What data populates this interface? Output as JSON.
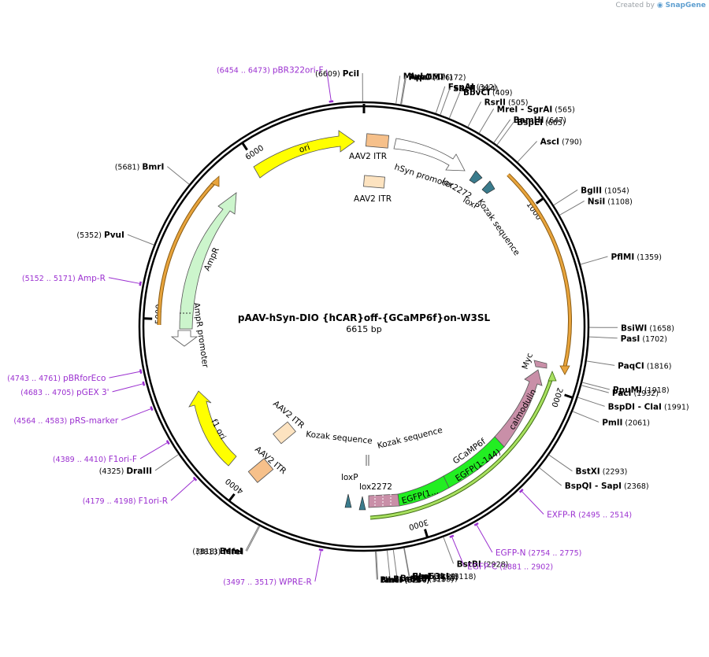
{
  "header": {
    "credit_prefix": "Created by",
    "credit_brand": "SnapGene"
  },
  "map": {
    "name": "pAAV-hSyn-DIO {hCAR}off-{GCaMP6f}on-W3SL",
    "length_label": "6615 bp",
    "length": 6615,
    "tick_labels": [
      "1000",
      "2000",
      "3000",
      "4000",
      "5000",
      "6000"
    ]
  },
  "enzymes": [
    {
      "name": "PciI",
      "pos": "(6609)",
      "site": 6609
    },
    {
      "name": "MluI",
      "pos": "(150)",
      "site": 150
    },
    {
      "name": "PspOMI",
      "pos": "(172)",
      "site": 172
    },
    {
      "name": "ApaI",
      "pos": "(176)",
      "site": 176
    },
    {
      "name": "FspAI",
      "pos": "(342)",
      "site": 342
    },
    {
      "name": "SacII",
      "pos": "(364)",
      "site": 364
    },
    {
      "name": "BbvCI",
      "pos": "(409)",
      "site": 409
    },
    {
      "name": "RsrII",
      "pos": "(505)",
      "site": 505
    },
    {
      "name": "MreI  -  SgrAI",
      "pos": "(565)",
      "site": 565
    },
    {
      "name": "BamHI",
      "pos": "(647)",
      "site": 647
    },
    {
      "name": "BspEI",
      "pos": "(665)",
      "site": 665
    },
    {
      "name": "AscI",
      "pos": "(790)",
      "site": 790
    },
    {
      "name": "BglII",
      "pos": "(1054)",
      "site": 1054
    },
    {
      "name": "NsiI",
      "pos": "(1108)",
      "site": 1108
    },
    {
      "name": "PflMI",
      "pos": "(1359)",
      "site": 1359
    },
    {
      "name": "BsiWI",
      "pos": "(1658)",
      "site": 1658
    },
    {
      "name": "PasI",
      "pos": "(1702)",
      "site": 1702
    },
    {
      "name": "PaqCI",
      "pos": "(1816)",
      "site": 1816
    },
    {
      "name": "PpuMI",
      "pos": "(1918)",
      "site": 1918
    },
    {
      "name": "PacI",
      "pos": "(1932)",
      "site": 1932
    },
    {
      "name": "BspDI  -  ClaI",
      "pos": "(1991)",
      "site": 1991
    },
    {
      "name": "PmlI",
      "pos": "(2061)",
      "site": 2061
    },
    {
      "name": "BstXI",
      "pos": "(2293)",
      "site": 2293
    },
    {
      "name": "BspQI  -  SapI",
      "pos": "(2368)",
      "site": 2368
    },
    {
      "name": "BstBI",
      "pos": "(2928)",
      "site": 2928
    },
    {
      "name": "Eco53kI",
      "pos": "(3118)",
      "site": 3118
    },
    {
      "name": "BlpI",
      "pos": "(3119)",
      "site": 3119
    },
    {
      "name": "SacI",
      "pos": "(3120)",
      "site": 3120
    },
    {
      "name": "BmgBI",
      "pos": "(3170)",
      "site": 3170
    },
    {
      "name": "BsaBI *",
      "pos": "(3199)",
      "site": 3199
    },
    {
      "name": "NheI",
      "pos": "(3250)",
      "site": 3250
    },
    {
      "name": "BmtI",
      "pos": "(3254)",
      "site": 3254
    },
    {
      "name": "MfeI",
      "pos": "(3813)",
      "site": 3813
    },
    {
      "name": "BsmI",
      "pos": "(3818)",
      "site": 3818
    },
    {
      "name": "DraIII",
      "pos": "(4325)",
      "site": 4325
    },
    {
      "name": "PvuI",
      "pos": "(5352)",
      "site": 5352
    },
    {
      "name": "BmrI",
      "pos": "(5681)",
      "site": 5681
    }
  ],
  "primers": [
    {
      "name": "pBR322ori-F",
      "pos": "(6454 .. 6473)",
      "site": 6463
    },
    {
      "name": "Amp-R",
      "pos": "(5152 .. 5171)",
      "site": 5161
    },
    {
      "name": "pBRforEco",
      "pos": "(4743 .. 4761)",
      "site": 4752
    },
    {
      "name": "pGEX 3'",
      "pos": "(4683 .. 4705)",
      "site": 4694
    },
    {
      "name": "pRS-marker",
      "pos": "(4564 .. 4583)",
      "site": 4573
    },
    {
      "name": "F1ori-F",
      "pos": "(4389 .. 4410)",
      "site": 4399
    },
    {
      "name": "F1ori-R",
      "pos": "(4179 .. 4198)",
      "site": 4188
    },
    {
      "name": "WPRE-R",
      "pos": "(3497 .. 3517)",
      "site": 3507
    },
    {
      "name": "EXFP-R",
      "pos": "(2495 .. 2514)",
      "site": 2504
    },
    {
      "name": "EGFP-N",
      "pos": "(2754 .. 2775)",
      "site": 2764
    },
    {
      "name": "EGFP-C",
      "pos": "(2881 .. 2902)",
      "site": 2891
    }
  ],
  "features": {
    "ori": "ori",
    "aav2_itr": "AAV2 ITR",
    "hsyn_promoter": "hSyn promoter",
    "lox2272": "lox2272",
    "loxp": "loxP",
    "kozak": "Kozak sequence",
    "ampr": "AmpR",
    "ampr_promoter": "AmpR promoter",
    "f1_ori": "f1 ori",
    "myc": "Myc",
    "calmodulin": "calmodulin",
    "gcamp6f": "GCaMP6f",
    "egfp_1_144": "EGFP(1-144)",
    "egfp_1_trunc": "EGFP(1..."
  },
  "colors": {
    "backbone": "#000000",
    "enzyme_line": "#7a7a7a",
    "primer": "#9b30d0",
    "ori": "#ffff00",
    "itr": "#f6c08a",
    "itr_light": "#fde3c0",
    "ampr": "#ccf5cc",
    "f1ori": "#ffff00",
    "lox": "#3a7b8c",
    "egfp": "#22ee22",
    "calmodulin": "#c98fa8",
    "cds_orange": "#e8a43c",
    "cds_green": "#a8e060"
  }
}
